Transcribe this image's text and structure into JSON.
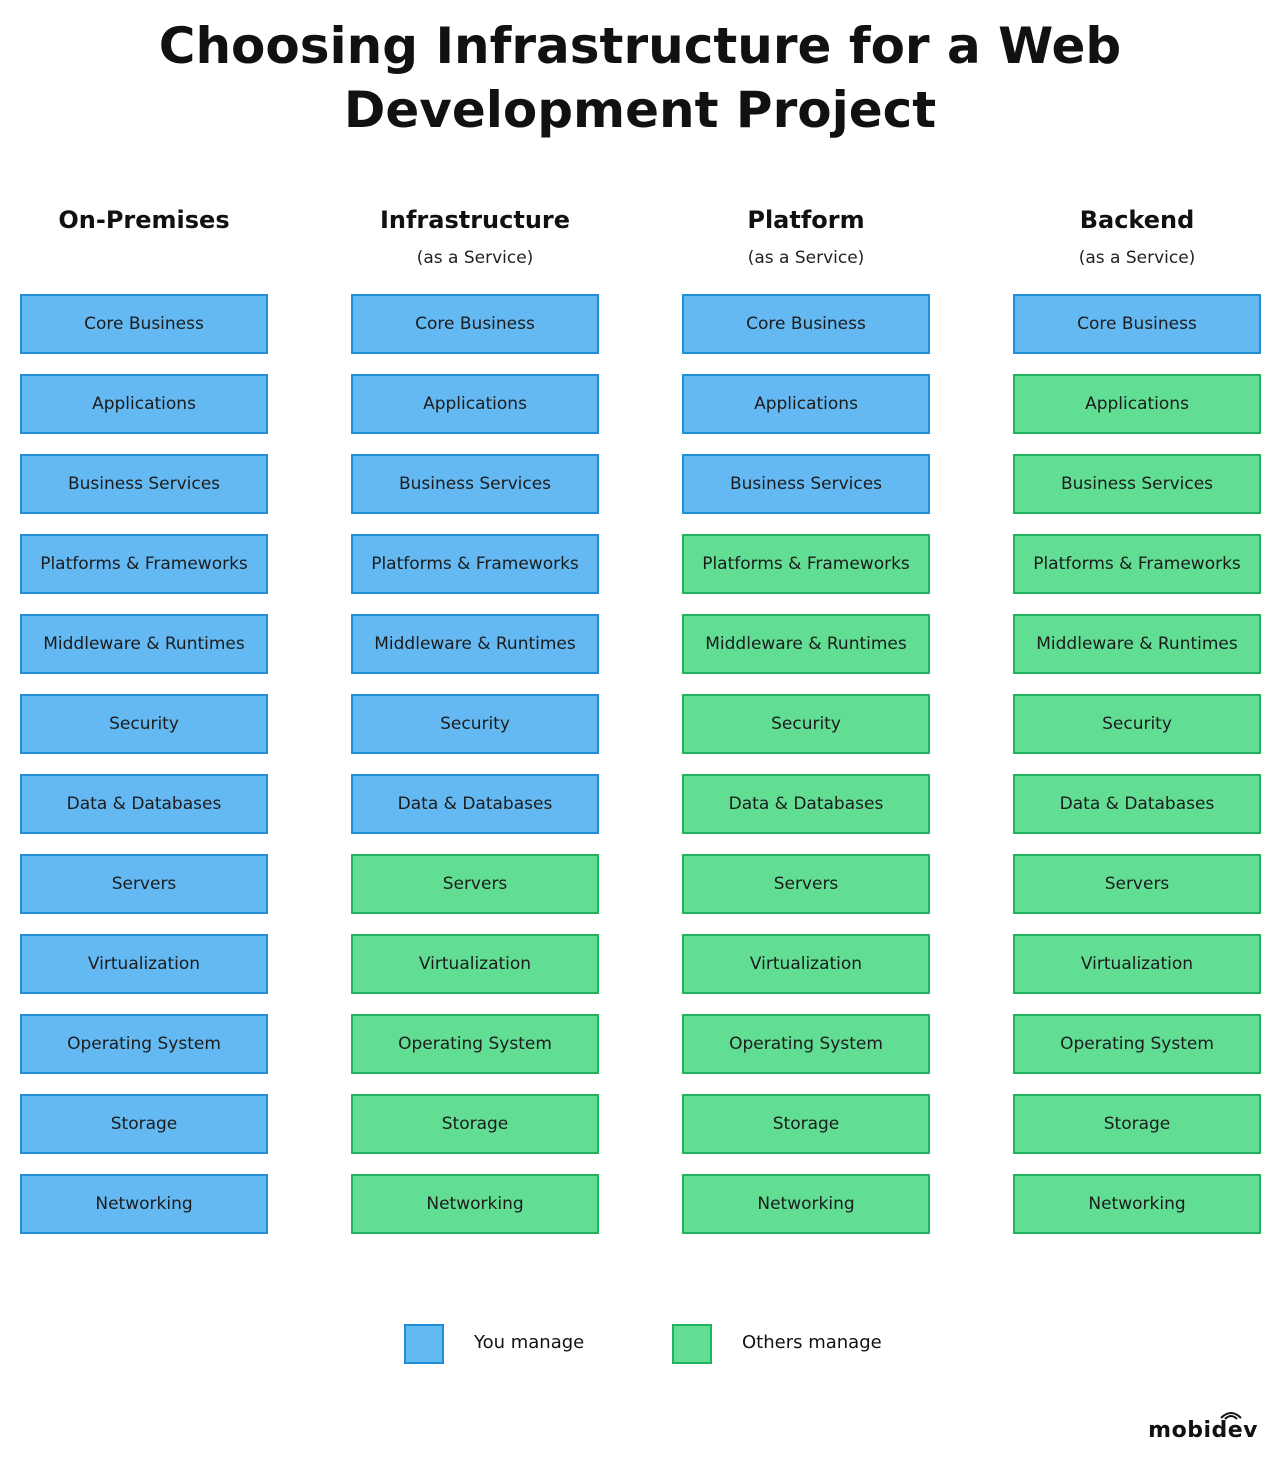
{
  "title_lines": [
    "Choosing Infrastructure for a Web",
    "Development Project"
  ],
  "colors": {
    "you_fill": "#64b9f2",
    "you_border": "#1f8fd6",
    "others_fill": "#62dd94",
    "others_border": "#22b35e"
  },
  "layers": [
    "Core Business",
    "Applications",
    "Business Services",
    "Platforms & Frameworks",
    "Middleware & Runtimes",
    "Security",
    "Data & Databases",
    "Servers",
    "Virtualization",
    "Operating System",
    "Storage",
    "Networking"
  ],
  "columns": [
    {
      "heading": "On-Premises",
      "subheading": "",
      "you_manage_count": 12
    },
    {
      "heading": "Infrastructure",
      "subheading": "(as a Service)",
      "you_manage_count": 7
    },
    {
      "heading": "Platform",
      "subheading": "(as a Service)",
      "you_manage_count": 3
    },
    {
      "heading": "Backend",
      "subheading": "(as a Service)",
      "you_manage_count": 1
    }
  ],
  "legend": {
    "you_manage": "You manage",
    "others_manage": "Others manage"
  },
  "logo": "mobidev",
  "icons": {
    "logo_mark": "wifi-signal-icon"
  }
}
